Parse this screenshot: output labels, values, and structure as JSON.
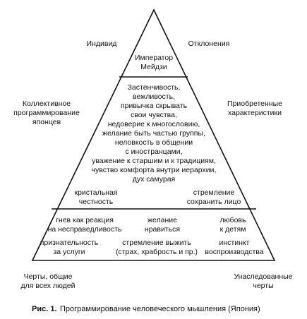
{
  "outside": {
    "individual": "Индивид",
    "deviations": "Отклонения",
    "collective": [
      "Коллективное",
      "программирование",
      "японцев"
    ],
    "acquired": [
      "Приобретенные",
      "характеристики"
    ],
    "common_traits": [
      "Черты, общие",
      "для всех людей"
    ],
    "inherited": [
      "Унаследованные",
      "черты"
    ]
  },
  "top": [
    "Император",
    "Мейдзи"
  ],
  "middle": [
    "Застенчивость,",
    "вежливость,",
    "привычка скрывать",
    "свои чувства,",
    "недоверие к многословию,",
    "желание быть частью группы,",
    "неловкость в общении",
    "с иностранцами,",
    "уважение к старшим и к традициям,",
    "чувство комфорта внутри иерархии,",
    "дух самурая"
  ],
  "middle_left": [
    "кристальная",
    "честность"
  ],
  "middle_right": [
    "стремление",
    "сохранить лицо"
  ],
  "bottom": {
    "anger": [
      "гнев как реакция",
      "на несправедливость"
    ],
    "please": [
      "желание",
      "нравиться"
    ],
    "love": [
      "любовь",
      "к детям"
    ],
    "gratitude": [
      "признательность",
      "за услуги"
    ],
    "survival": [
      "стремление выжить",
      "(страх, храбрость и пр.)"
    ],
    "instinct": [
      "инстинкт",
      "воспроизводства"
    ]
  },
  "caption": {
    "label": "Рис. 1.",
    "text": "Программирование человеческого мышления (Япония)"
  },
  "colors": {
    "line": "#111111",
    "text": "#111111"
  }
}
